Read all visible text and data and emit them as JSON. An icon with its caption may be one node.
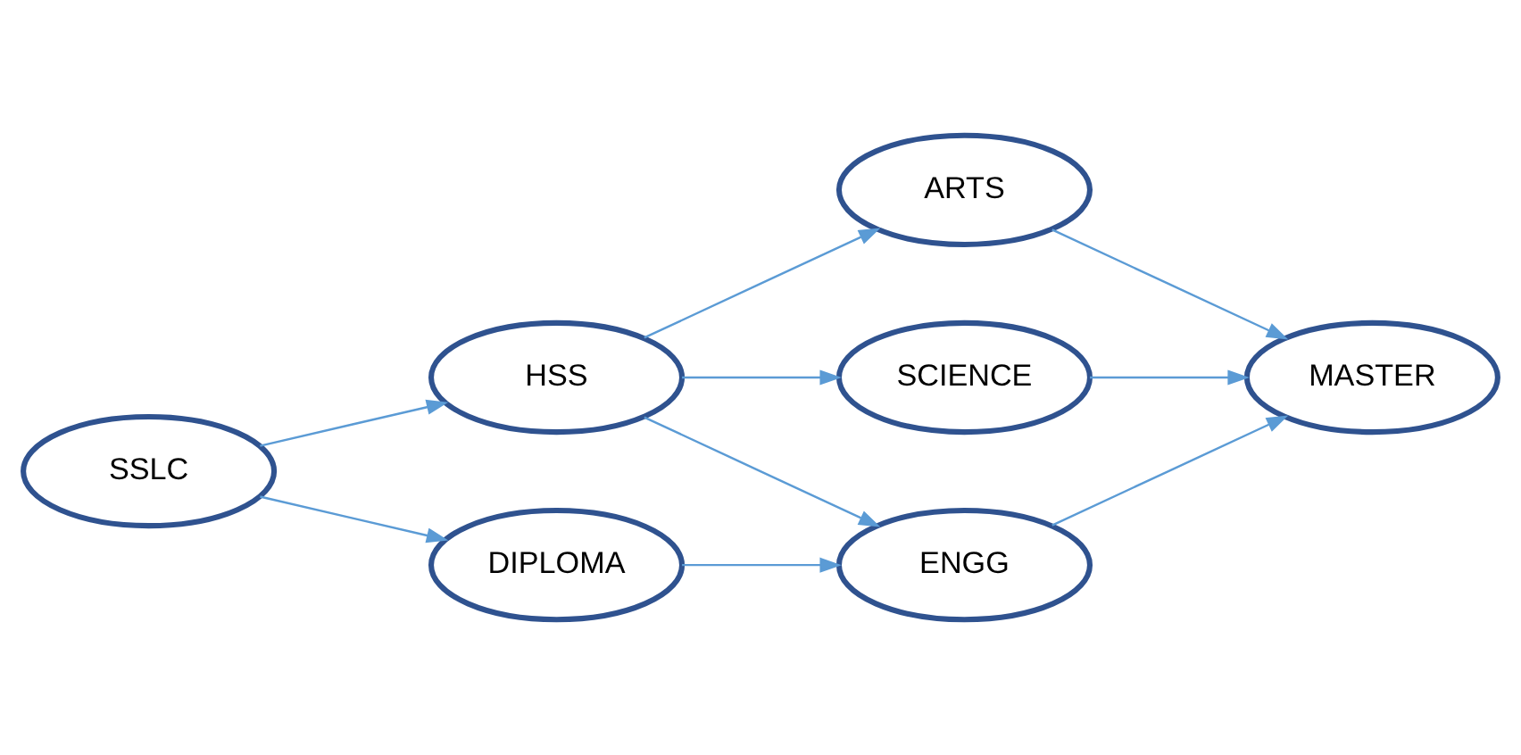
{
  "diagram": {
    "nodes": [
      {
        "text": [
          "SSLC"
        ]
      },
      {
        "text": [
          "HSS"
        ]
      },
      {
        "text": [
          "DIPLOMA"
        ]
      },
      {
        "text": [
          "ARTS"
        ]
      },
      {
        "text": [
          "SCIENCE"
        ]
      },
      {
        "text": [
          "ENGG"
        ]
      },
      {
        "text": [
          "MASTER"
        ]
      }
    ],
    "edges": [
      {
        "from": 0,
        "to": 1,
        "arrow": "to"
      },
      {
        "from": 0,
        "to": 2,
        "arrow": "to"
      },
      {
        "from": 1,
        "to": 3,
        "arrow": "to"
      },
      {
        "from": 1,
        "to": 4,
        "arrow": "to"
      },
      {
        "from": 1,
        "to": 5,
        "arrow": "to"
      },
      {
        "from": 2,
        "to": 5,
        "arrow": "to"
      },
      {
        "from": 3,
        "to": 6,
        "arrow": "to"
      },
      {
        "from": 4,
        "to": 6,
        "arrow": "to"
      },
      {
        "from": 5,
        "to": 6,
        "arrow": "to"
      }
    ]
  }
}
